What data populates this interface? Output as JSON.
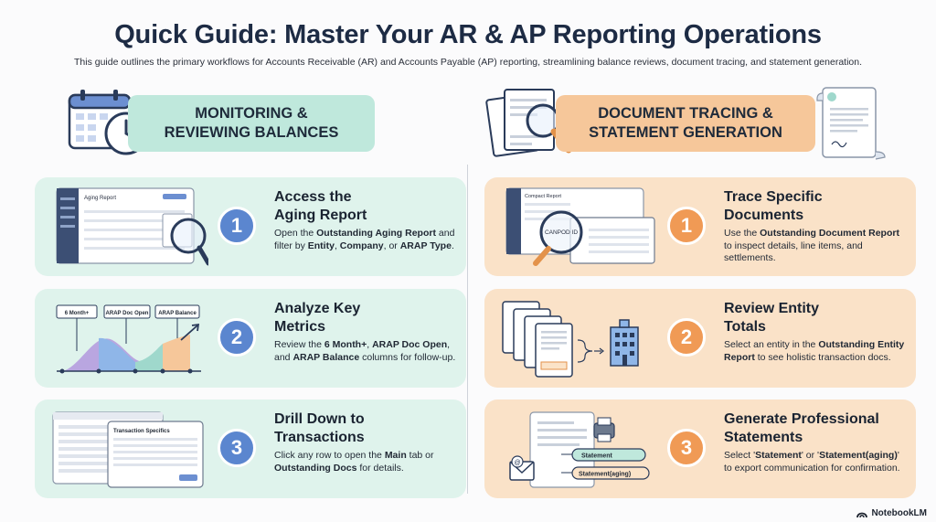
{
  "title": "Quick Guide: Master Your AR & AP Reporting Operations",
  "subtitle": "This guide outlines the primary workflows for Accounts Receivable (AR) and Accounts Payable (AP) reporting, streamlining balance reviews, document tracing, and statement generation.",
  "left": {
    "header_line1": "MONITORING &",
    "header_line2": "REVIEWING BALANCES",
    "steps": [
      {
        "num": "1",
        "title_line1": "Access the",
        "title_line2": "Aging Report",
        "desc": [
          {
            "t": "Open the ",
            "b": false
          },
          {
            "t": "Outstanding Aging Report",
            "b": true
          },
          {
            "t": " and filter by ",
            "b": false
          },
          {
            "t": "Entity",
            "b": true
          },
          {
            "t": ", ",
            "b": false
          },
          {
            "t": "Company",
            "b": true
          },
          {
            "t": ", or ",
            "b": false
          },
          {
            "t": "ARAP Type",
            "b": true
          },
          {
            "t": ".",
            "b": false
          }
        ],
        "illus_title": "Aging Report"
      },
      {
        "num": "2",
        "title_line1": "Analyze Key",
        "title_line2": "Metrics",
        "desc": [
          {
            "t": "Review the ",
            "b": false
          },
          {
            "t": "6 Month+",
            "b": true
          },
          {
            "t": ", ",
            "b": false
          },
          {
            "t": "ARAP Doc Open",
            "b": true
          },
          {
            "t": ", and ",
            "b": false
          },
          {
            "t": "ARAP Balance",
            "b": true
          },
          {
            "t": " columns for follow-up.",
            "b": false
          }
        ],
        "metric_labels": [
          "6 Month+",
          "ARAP Doc Open",
          "ARAP Balance"
        ]
      },
      {
        "num": "3",
        "title_line1": "Drill Down to",
        "title_line2": "Transactions",
        "desc": [
          {
            "t": "Click any row to open the ",
            "b": false
          },
          {
            "t": "Main",
            "b": true
          },
          {
            "t": " tab or ",
            "b": false
          },
          {
            "t": "Outstanding Docs",
            "b": true
          },
          {
            "t": " for details.",
            "b": false
          }
        ],
        "illus_title": "Transaction Specifics"
      }
    ]
  },
  "right": {
    "header_line1": "DOCUMENT TRACING &",
    "header_line2": "STATEMENT GENERATION",
    "steps": [
      {
        "num": "1",
        "title_line1": "Trace Specific",
        "title_line2": "Documents",
        "desc": [
          {
            "t": "Use the ",
            "b": false
          },
          {
            "t": "Outstanding Document Report",
            "b": true
          },
          {
            "t": " to inspect details, line items, and settlements.",
            "b": false
          }
        ],
        "illus_title": "Compact Report",
        "magnifier_text": "CANPOD ID"
      },
      {
        "num": "2",
        "title_line1": "Review Entity",
        "title_line2": "Totals",
        "desc": [
          {
            "t": "Select an entity in the ",
            "b": false
          },
          {
            "t": "Outstanding Entity Report",
            "b": true
          },
          {
            "t": " to see holistic transaction docs.",
            "b": false
          }
        ]
      },
      {
        "num": "3",
        "title_line1": "Generate Professional",
        "title_line2": "Statements",
        "desc": [
          {
            "t": "Select '",
            "b": false
          },
          {
            "t": "Statement",
            "b": true
          },
          {
            "t": "' or '",
            "b": false
          },
          {
            "t": "Statement(aging)",
            "b": true
          },
          {
            "t": "' to export communication for confirmation.",
            "b": false
          }
        ],
        "button_labels": [
          "Statement",
          "Statement(aging)"
        ]
      }
    ]
  },
  "brand": "NotebookLM"
}
